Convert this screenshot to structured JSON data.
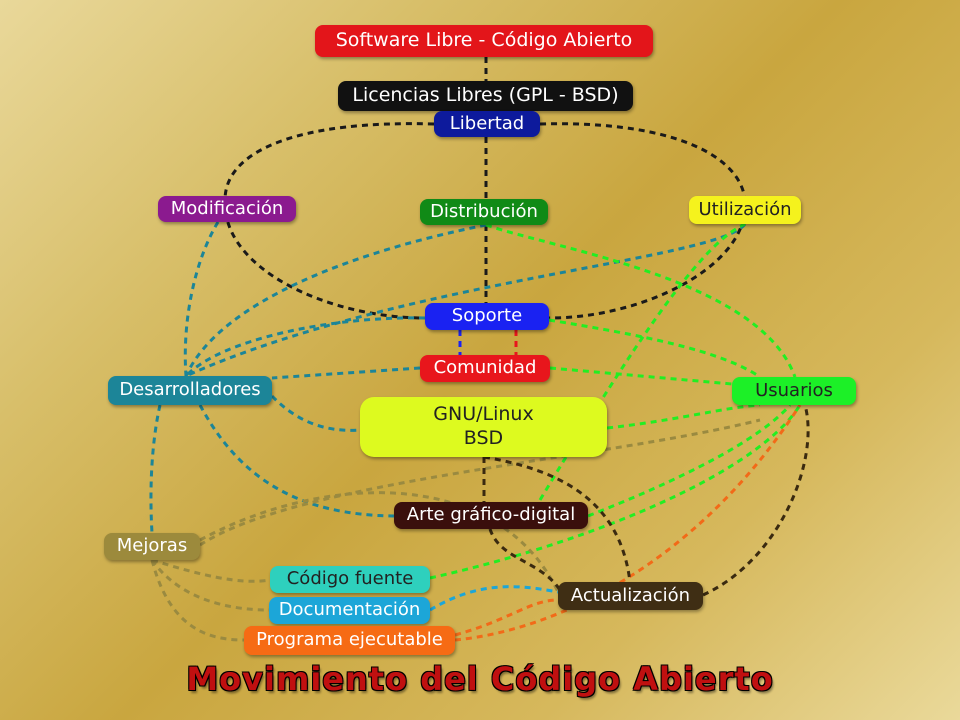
{
  "nodes": {
    "software": {
      "label": "Software Libre - Código Abierto",
      "bg": "#e3151a",
      "fg": "#ffffff"
    },
    "licencias": {
      "label": "Licencias Libres (GPL - BSD)",
      "bg": "#111111",
      "fg": "#ffffff"
    },
    "libertad": {
      "label": "Libertad",
      "bg": "#0d1a9c",
      "fg": "#ffffff"
    },
    "modificacion": {
      "label": "Modificación",
      "bg": "#8b1a8f",
      "fg": "#ffffff"
    },
    "distribucion": {
      "label": "Distribución",
      "bg": "#108a16",
      "fg": "#ffffff"
    },
    "utilizacion": {
      "label": "Utilización",
      "bg": "#f5f21d",
      "fg": "#222222"
    },
    "soporte": {
      "label": "Soporte",
      "bg": "#1a22f2",
      "fg": "#ffffff"
    },
    "comunidad": {
      "label": "Comunidad",
      "bg": "#e8161c",
      "fg": "#ffffff"
    },
    "desarrolladores": {
      "label": "Desarrolladores",
      "bg": "#1c8598",
      "fg": "#ffffff"
    },
    "usuarios": {
      "label": "Usuarios",
      "bg": "#1cf027",
      "fg": "#222222"
    },
    "gnu": {
      "line1": "GNU/Linux",
      "line2": "BSD",
      "bg": "#ddfa1f",
      "fg": "#222222"
    },
    "arte": {
      "label": "Arte gráfico-digital",
      "bg": "#3a0f0c",
      "fg": "#ffffff"
    },
    "mejoras": {
      "label": "Mejoras",
      "bg": "#9c8a3c",
      "fg": "#ffffff"
    },
    "codigo": {
      "label": "Código fuente",
      "bg": "#2ed0bd",
      "fg": "#222222"
    },
    "documentacion": {
      "label": "Documentación",
      "bg": "#1ca6d8",
      "fg": "#ffffff"
    },
    "programa": {
      "label": "Programa ejecutable",
      "bg": "#f66b14",
      "fg": "#ffffff"
    },
    "actualizacion": {
      "label": "Actualización",
      "bg": "#3f2e14",
      "fg": "#ffffff"
    }
  },
  "title": {
    "text": "Movimiento del Código Abierto",
    "color": "#c01010"
  },
  "edge_colors": {
    "black": "#1a1a1a",
    "teal": "#1c8598",
    "green": "#22ee22",
    "olive": "#9a8a40",
    "orange": "#f26a18",
    "brown": "#3a2a10",
    "blue": "#1a22f2",
    "red": "#e8161c",
    "cyan": "#1ca6d8"
  }
}
